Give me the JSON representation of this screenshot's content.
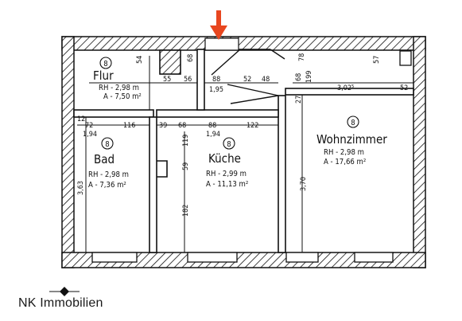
{
  "indicator": {
    "color": "#e8461f",
    "name": "arrow-down-icon"
  },
  "rooms": {
    "flur": {
      "level": "8",
      "name": "Flur",
      "rh": "RH - 2,98 m",
      "area": "A - 7,50 m²"
    },
    "bad": {
      "level": "8",
      "name": "Bad",
      "rh": "RH - 2,98 m",
      "area": "A - 7,36 m²"
    },
    "kueche": {
      "level": "8",
      "name": "Küche",
      "rh": "RH - 2,99 m",
      "area": "A - 11,13 m²"
    },
    "wohn": {
      "level": "8",
      "name": "Wohnzimmer",
      "rh": "RH - 2,98 m",
      "area": "A - 17,66 m²"
    }
  },
  "dimensions": {
    "d54": "54",
    "d68a": "68",
    "d55": "55",
    "d56": "56",
    "d88a": "88",
    "d195": "1,95",
    "d52a": "52",
    "d48": "48",
    "d78": "78",
    "d68b": "68",
    "d199": "199",
    "d57": "57",
    "d27": "27",
    "d3025": "3,02⁵",
    "d52b": "52",
    "d72": "72",
    "d116": "116",
    "d39": "39",
    "d68c": "68",
    "d88b": "88",
    "d122": "122",
    "d194a": "1,94",
    "d194b": "1,94",
    "d119": "119",
    "d59": "59",
    "d182": "182",
    "d363": "3,63",
    "d370": "3,70",
    "d12": "12"
  },
  "brand": {
    "name": "NK Immobilien"
  }
}
